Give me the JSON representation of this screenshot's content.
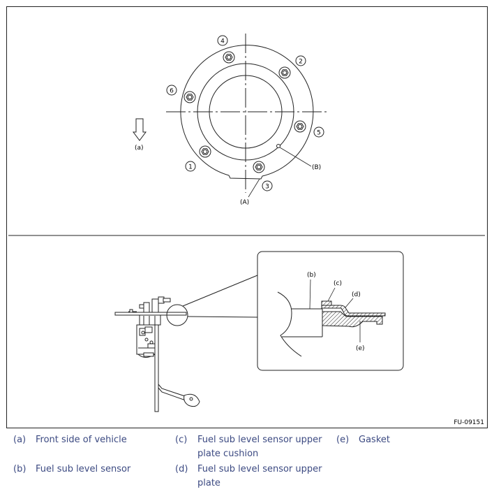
{
  "figure": {
    "code": "FU-09151",
    "top_labels": {
      "a": "(a)",
      "A": "(A)",
      "B": "(B)"
    },
    "bolt_numbers": [
      "1",
      "2",
      "3",
      "4",
      "5",
      "6"
    ],
    "detail_labels": {
      "b": "(b)",
      "c": "(c)",
      "d": "(d)",
      "e": "(e)"
    }
  },
  "legend": [
    {
      "key": "(a)",
      "text": "Front side of vehicle"
    },
    {
      "key": "(b)",
      "text": "Fuel sub level sensor"
    },
    {
      "key": "(c)",
      "text": "Fuel sub level sensor upper plate cushion"
    },
    {
      "key": "(d)",
      "text": "Fuel sub level sensor upper plate"
    },
    {
      "key": "(e)",
      "text": "Gasket"
    }
  ]
}
